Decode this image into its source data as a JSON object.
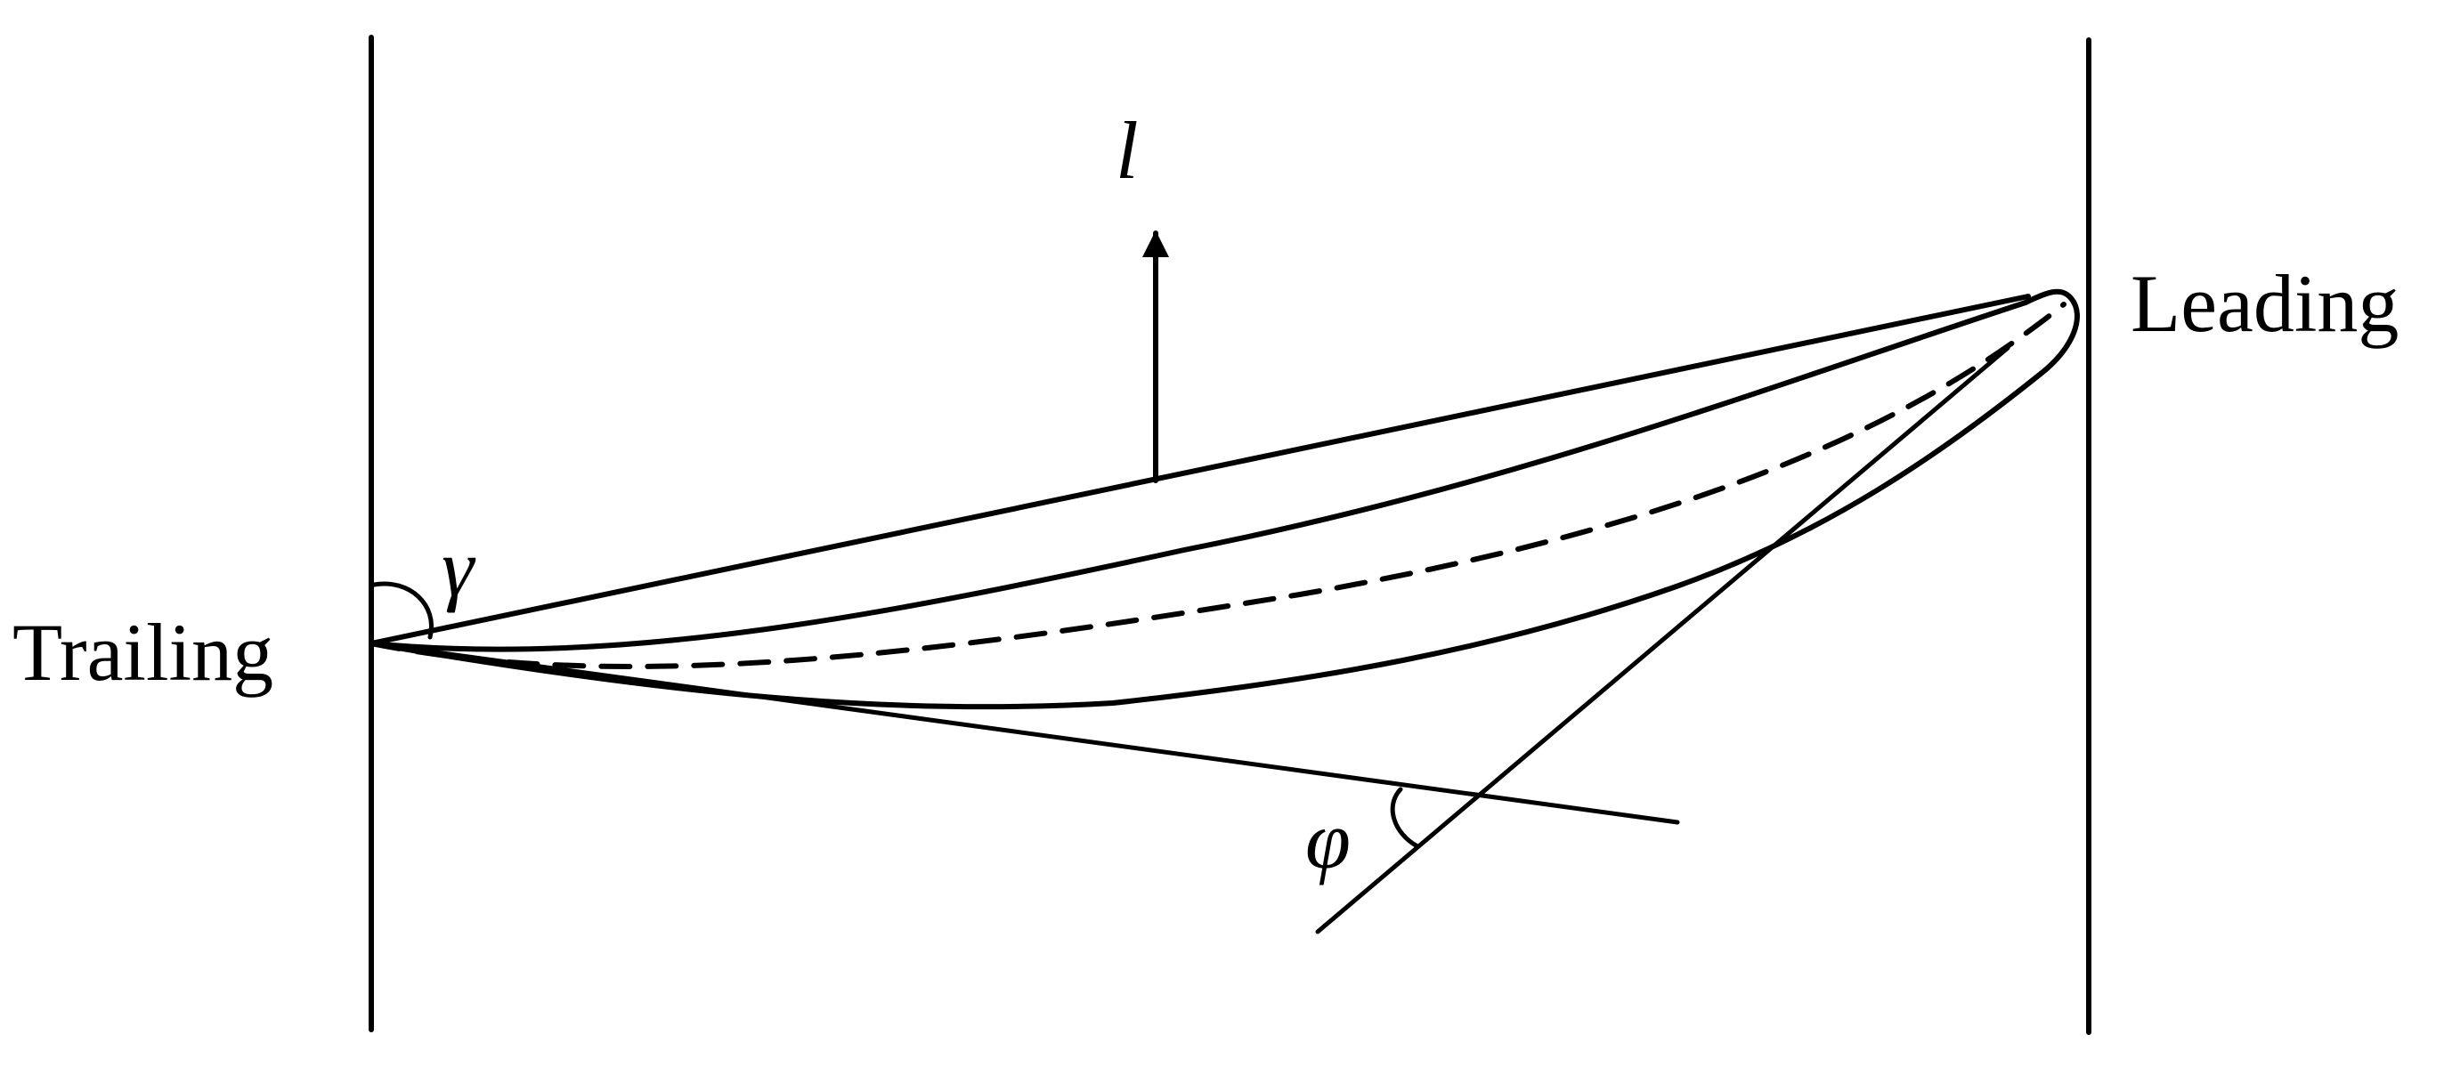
{
  "labels": {
    "trailing": "Trailing",
    "leading": "Leading",
    "lift_symbol": "l",
    "gamma_symbol": "γ",
    "phi_symbol": "φ"
  },
  "colors": {
    "ink": "#000000",
    "background": "#ffffff"
  }
}
